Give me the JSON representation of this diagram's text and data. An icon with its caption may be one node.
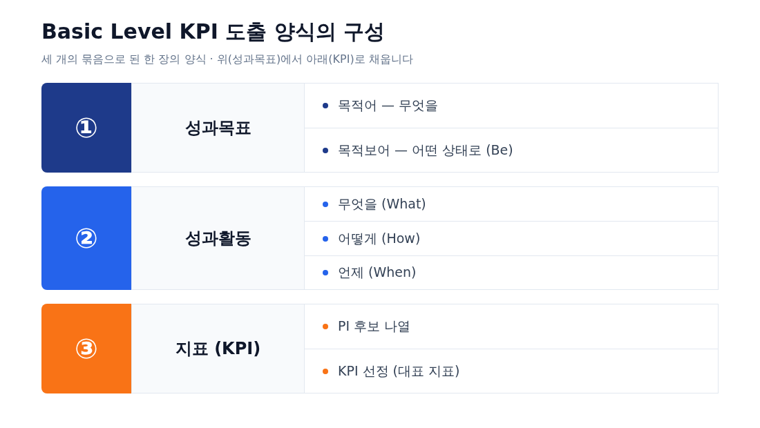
{
  "diagram": {
    "title": "Basic Level KPI 도출 양식의 구성",
    "caption": "세 개의 묶음으로 된 한 장의 양식 · 위(성과목표)에서 아래(KPI)로 채웁니다",
    "nodes": [
      {
        "text": [
          "①"
        ]
      },
      {
        "text": [
          "성과목표"
        ]
      },
      {
        "text": [
          "목적어 — 무엇을"
        ]
      },
      {
        "text": [
          "목적보어 — 어떤 상태로 (Be)"
        ]
      },
      {
        "text": [
          "②"
        ]
      },
      {
        "text": [
          "성과활동"
        ]
      },
      {
        "text": [
          "무엇을 (What)"
        ]
      },
      {
        "text": [
          "어떻게 (How)"
        ]
      },
      {
        "text": [
          "언제 (When)"
        ]
      },
      {
        "text": [
          "③"
        ]
      },
      {
        "text": [
          "지표 (KPI)"
        ]
      },
      {
        "text": [
          "PI 후보 나열"
        ]
      },
      {
        "text": [
          "KPI 선정 (대표 지표)"
        ]
      }
    ]
  }
}
